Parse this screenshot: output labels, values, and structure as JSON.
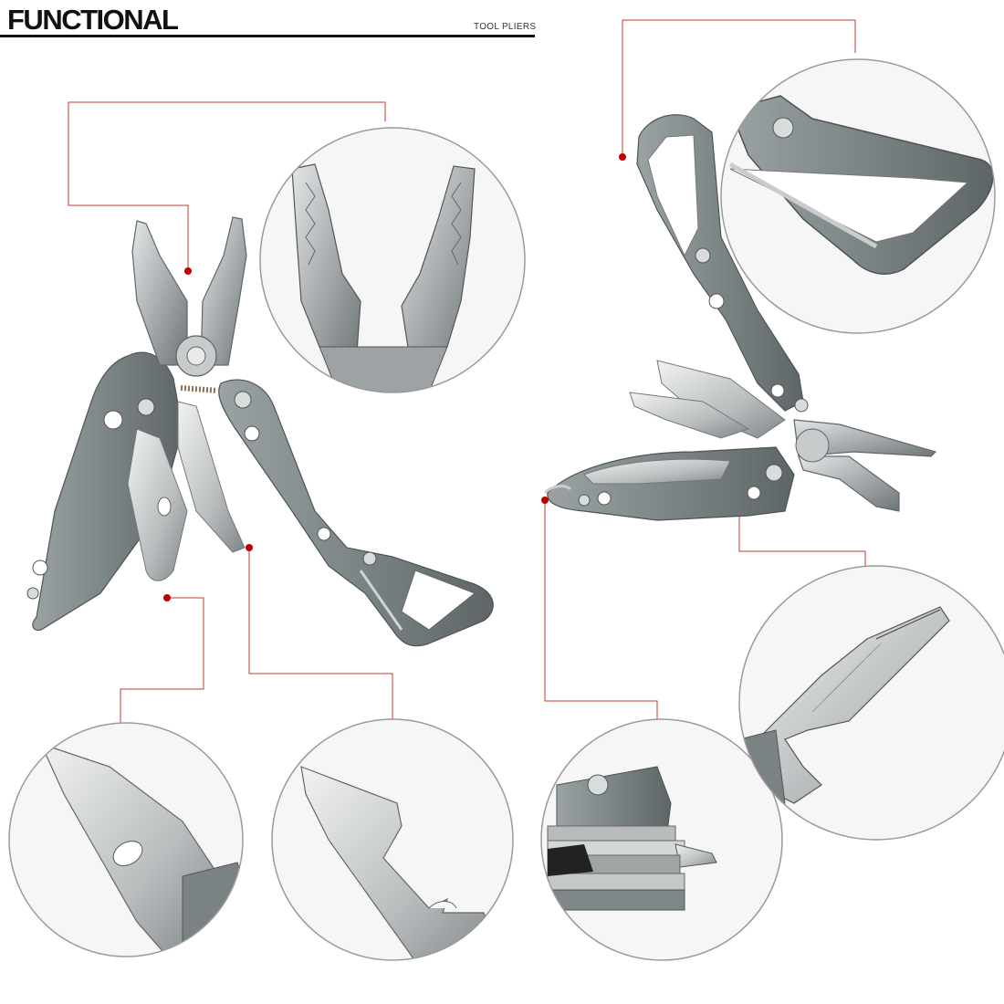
{
  "header": {
    "title": "FUNCTIONAL",
    "subtitle": "TOOL PLIERS"
  },
  "colors": {
    "callout_line": "#c0392b",
    "callout_dot": "#c00000",
    "circle_border": "#9a9a9a",
    "steel": "#b8bcbd",
    "handle": "#8b9394"
  },
  "callouts": [
    {
      "name": "plier-jaws",
      "icon": "needle-nose-plier-jaws"
    },
    {
      "name": "carabiner",
      "icon": "carabiner-clip"
    },
    {
      "name": "knife-blade",
      "icon": "knife-blade"
    },
    {
      "name": "bottle-opener",
      "icon": "bottle-opener"
    },
    {
      "name": "screwdriver-tip",
      "icon": "screwdriver-tip"
    },
    {
      "name": "file",
      "icon": "file-tool"
    }
  ]
}
